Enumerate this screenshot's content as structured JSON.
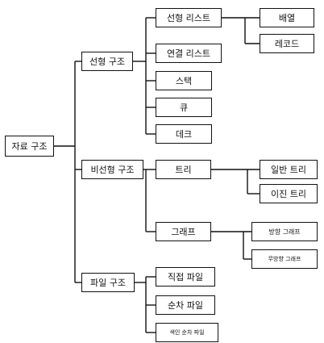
{
  "root": {
    "label": "자료 구조"
  },
  "linear": {
    "label": "선형 구조",
    "items": {
      "linear_list": "선형 리스트",
      "array": "배열",
      "record": "레코드",
      "linked_list": "연결 리스트",
      "stack": "스택",
      "queue": "큐",
      "deque": "데크"
    }
  },
  "nonlinear": {
    "label": "비선형 구조",
    "items": {
      "tree": "트리",
      "general_tree": "일반 트리",
      "binary_tree": "이진 트리",
      "graph": "그래프",
      "directed_graph": "방향 그래프",
      "undirected_graph": "무방향 그래프"
    }
  },
  "file": {
    "label": "파일 구조",
    "items": {
      "direct_file": "직접 파일",
      "sequential_file": "순차 파일",
      "indexed_sequential_file": "색인 순차 파일"
    }
  }
}
